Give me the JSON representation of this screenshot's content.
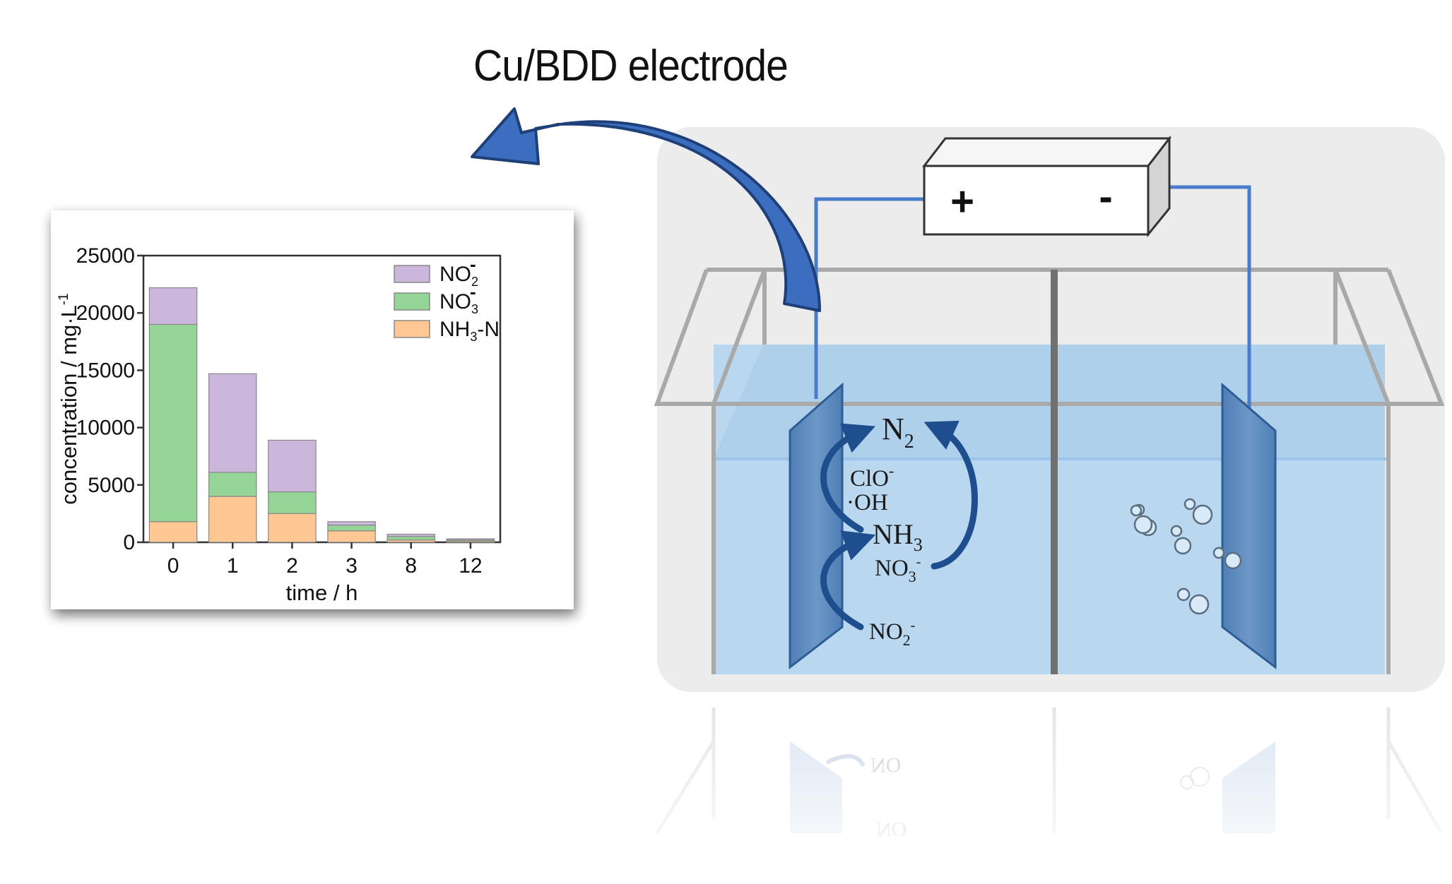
{
  "title": "Cu/BDD electrode",
  "power_supply": {
    "plus": "+",
    "minus": "-"
  },
  "species": {
    "n2": "N",
    "n2_sub": "2",
    "clo": "ClO",
    "clo_sup": "-",
    "oh": "·OH",
    "nh3": "NH",
    "nh3_sub": "3",
    "no3": "NO",
    "no3_sub": "3",
    "no3_sup": "-",
    "no2": "NO",
    "no2_sub": "2",
    "no2_sup": "-"
  },
  "chart_data": {
    "type": "bar",
    "stacked": true,
    "categories": [
      "0",
      "1",
      "2",
      "3",
      "8",
      "12"
    ],
    "series": [
      {
        "name": "NH3-N",
        "color": "#fdc893",
        "values": [
          1800,
          4000,
          2500,
          1000,
          200,
          100
        ]
      },
      {
        "name": "NO3-",
        "color": "#95d497",
        "values": [
          17200,
          2100,
          1900,
          500,
          300,
          100
        ]
      },
      {
        "name": "NO2-",
        "color": "#cbb6dc",
        "values": [
          3200,
          8600,
          4500,
          300,
          200,
          100
        ]
      }
    ],
    "legend": [
      {
        "main": "NO",
        "sub": "2",
        "sup": "-",
        "color": "#cbb6dc"
      },
      {
        "main": "NO",
        "sub": "3",
        "sup": "-",
        "color": "#95d497"
      },
      {
        "main": "NH",
        "sub": "3",
        "tail": "-N",
        "color": "#fdc893"
      }
    ],
    "xlabel": "time / h",
    "ylabel": "concentration / mg·L",
    "ylabel_sup": "-1",
    "ylim": [
      0,
      25000
    ],
    "yticks": [
      0,
      5000,
      10000,
      15000,
      20000,
      25000
    ],
    "grid": false,
    "legend_position": "top-right"
  }
}
